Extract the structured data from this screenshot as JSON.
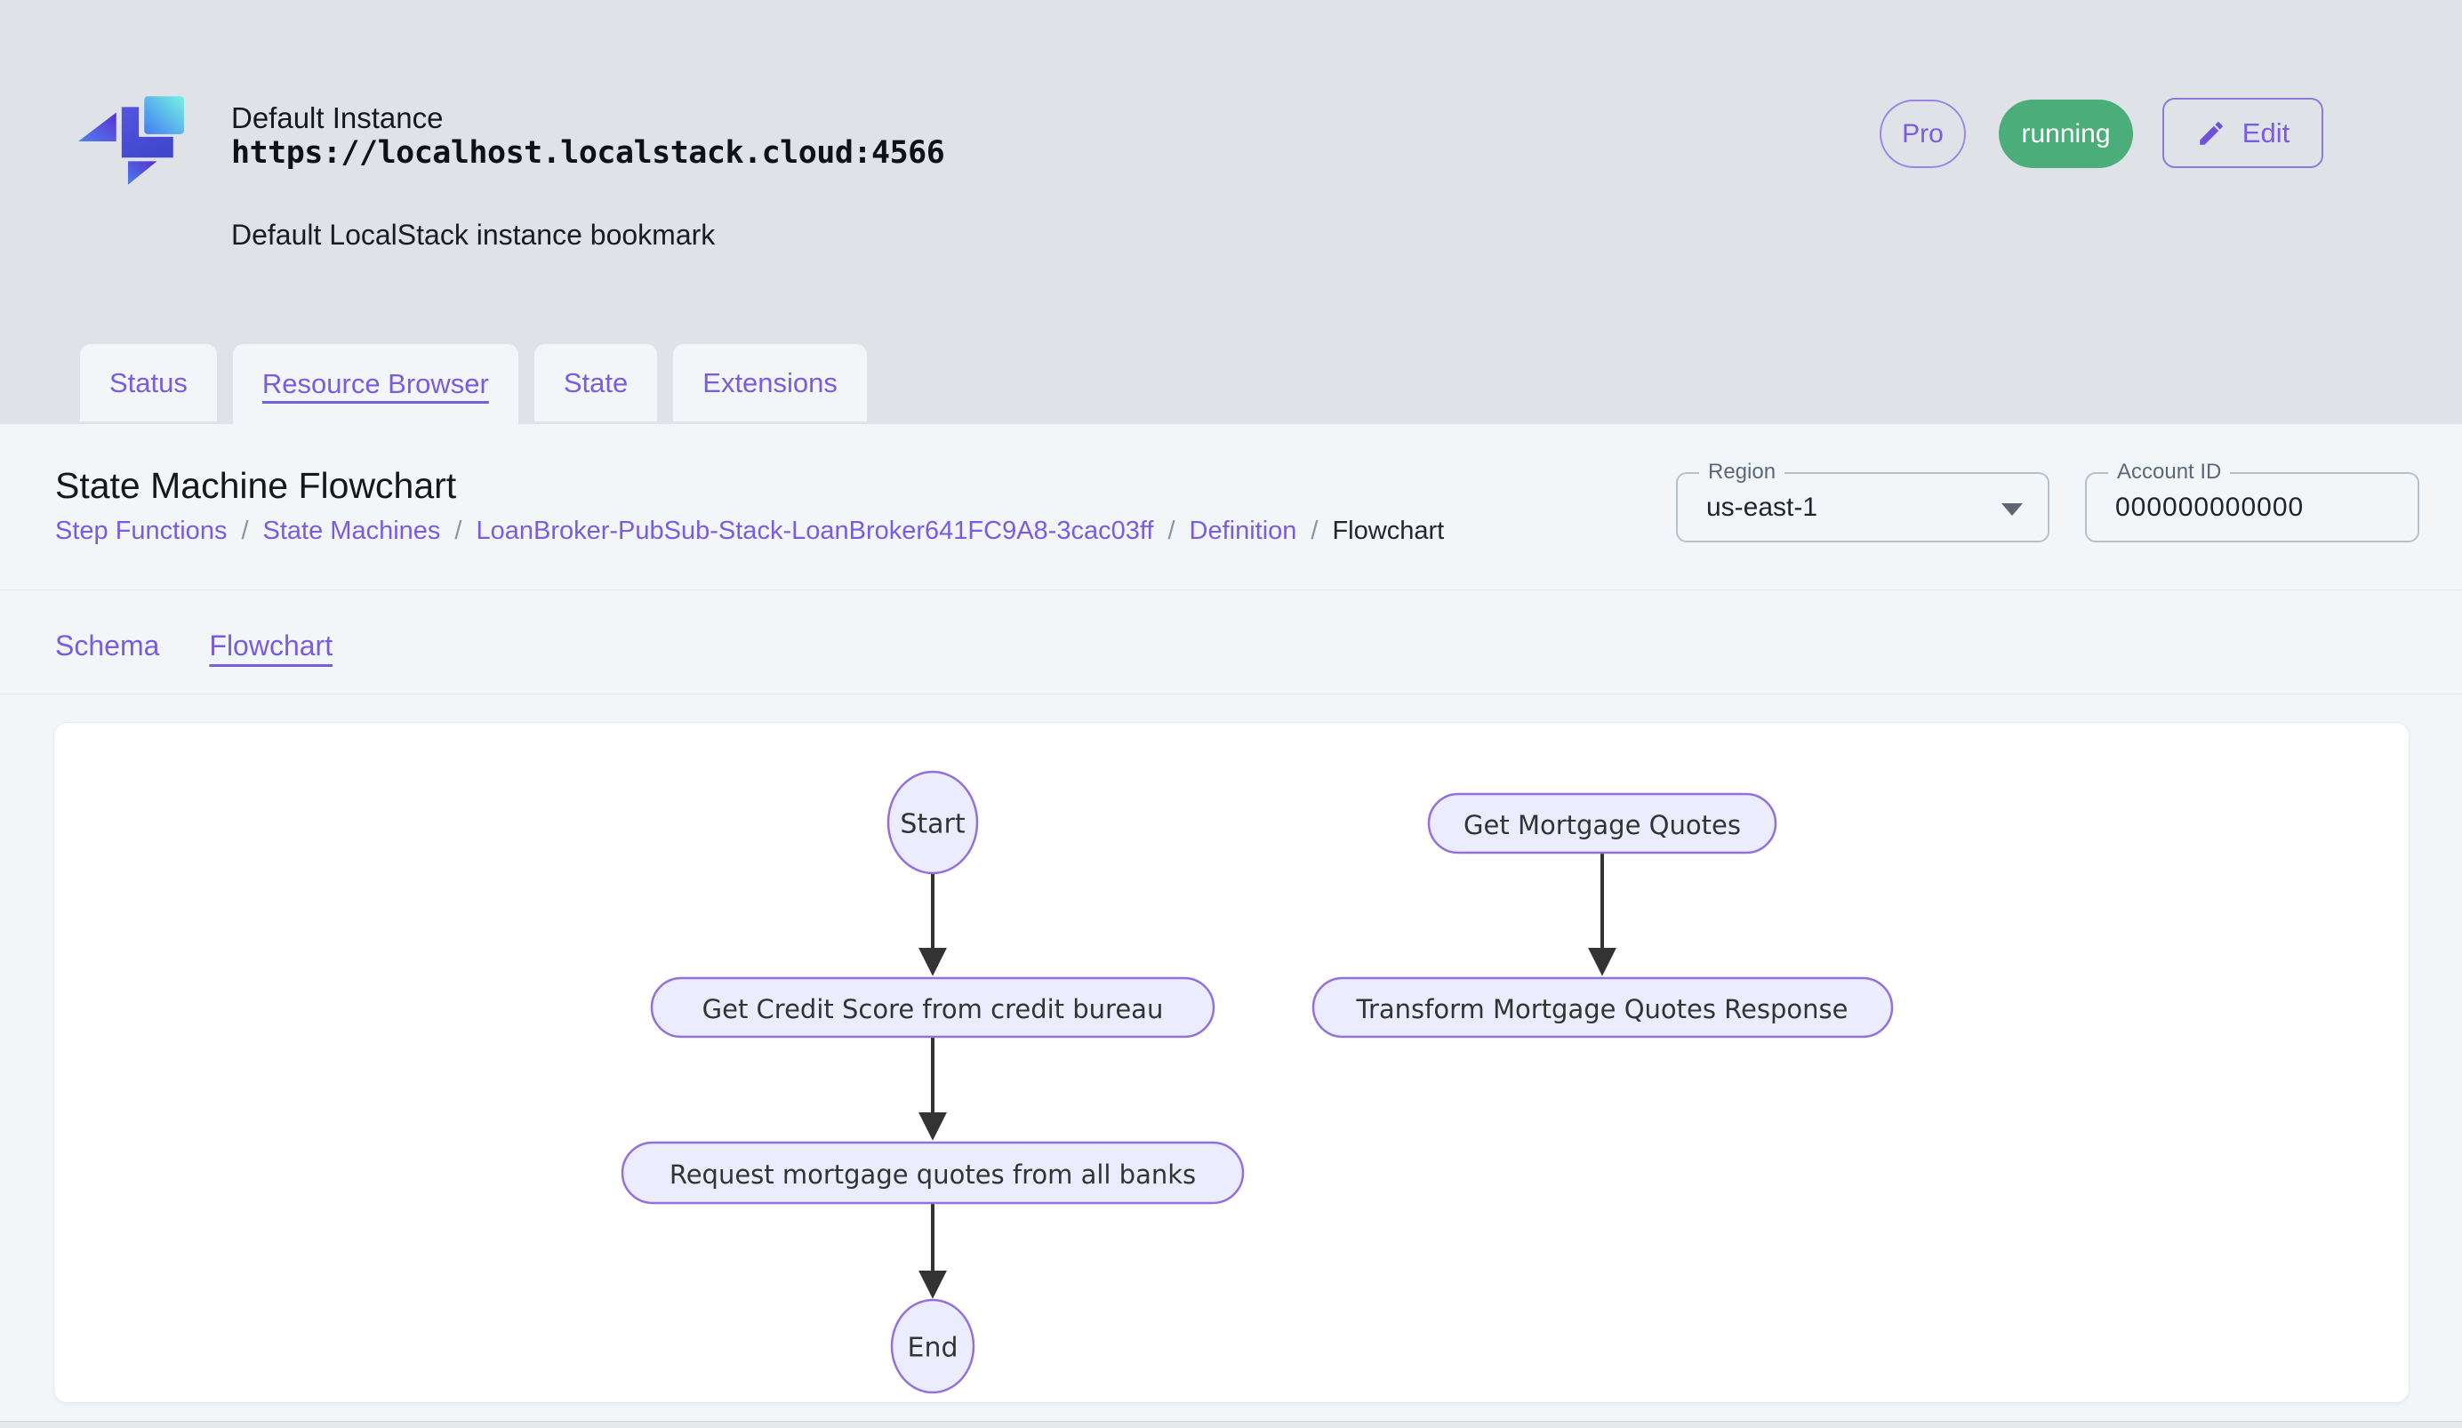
{
  "header": {
    "instance_name": "Default Instance",
    "instance_url": "https://localhost.localstack.cloud:4566",
    "instance_description": "Default LocalStack instance bookmark",
    "pro_badge_label": "Pro",
    "status_badge_label": "running",
    "edit_button_label": "Edit"
  },
  "tabs": [
    {
      "label": "Status",
      "active": false
    },
    {
      "label": "Resource Browser",
      "active": true
    },
    {
      "label": "State",
      "active": false
    },
    {
      "label": "Extensions",
      "active": false
    }
  ],
  "resource_header": {
    "title": "State Machine Flowchart",
    "breadcrumb": [
      {
        "label": "Step Functions",
        "link": true
      },
      {
        "label": "State Machines",
        "link": true
      },
      {
        "label": "LoanBroker-PubSub-Stack-LoanBroker641FC9A8-3cac03ff",
        "link": true
      },
      {
        "label": "Definition",
        "link": true
      },
      {
        "label": "Flowchart",
        "link": false
      }
    ],
    "breadcrumb_separator": "/",
    "region_field": {
      "label": "Region",
      "value": "us-east-1"
    },
    "account_field": {
      "label": "Account ID",
      "value": "000000000000"
    }
  },
  "subtabs": [
    {
      "label": "Schema",
      "active": false
    },
    {
      "label": "Flowchart",
      "active": true
    }
  ],
  "flowchart": {
    "nodes": [
      {
        "id": "start",
        "label": "Start",
        "shape": "ellipse"
      },
      {
        "id": "get-credit-score",
        "label": "Get Credit Score from credit bureau",
        "shape": "rounded-rect"
      },
      {
        "id": "request-quotes",
        "label": "Request mortgage quotes from all banks",
        "shape": "rounded-rect"
      },
      {
        "id": "end",
        "label": "End",
        "shape": "ellipse"
      },
      {
        "id": "get-mortgage-quotes",
        "label": "Get Mortgage Quotes",
        "shape": "rounded-rect"
      },
      {
        "id": "transform-response",
        "label": "Transform Mortgage Quotes Response",
        "shape": "rounded-rect"
      }
    ],
    "edges": [
      {
        "from": "start",
        "to": "get-credit-score"
      },
      {
        "from": "get-credit-score",
        "to": "request-quotes"
      },
      {
        "from": "request-quotes",
        "to": "end"
      },
      {
        "from": "get-mortgage-quotes",
        "to": "transform-response"
      }
    ],
    "style": {
      "node_fill": "#ECECFF",
      "node_stroke": "#9370DB",
      "arrow_color": "#333333"
    }
  },
  "colors": {
    "accent_purple": "#7A5CE0",
    "status_green": "#4BAD79",
    "header_bg": "#DFE2E7",
    "panel_bg": "#F3F6F9"
  }
}
